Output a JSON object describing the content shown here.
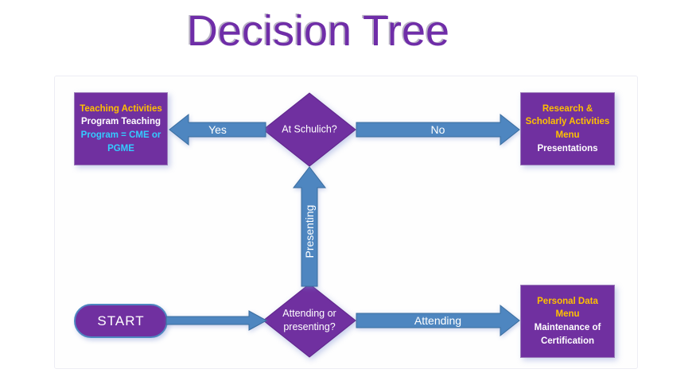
{
  "title": "Decision Tree",
  "nodes": {
    "start": {
      "label": "START"
    },
    "attending_decision": {
      "question": "Attending or presenting?"
    },
    "schulich_decision": {
      "question": "At Schulich?"
    },
    "teaching_outcome": {
      "menu": "Teaching Activities",
      "item": "Program Teaching",
      "note": "Program = CME or PGME"
    },
    "research_outcome": {
      "menu": "Research & Scholarly Activities Menu",
      "item": "Presentations"
    },
    "personal_outcome": {
      "menu": "Personal Data Menu",
      "item": "Maintenance of Certification"
    }
  },
  "edges": {
    "yes_label": "Yes",
    "no_label": "No",
    "presenting_label": "Presenting",
    "attending_label": "Attending"
  },
  "colors": {
    "node_purple": "#7030a0",
    "arrow_blue": "#4e86c0",
    "arrow_border": "#3a6d9e",
    "menu_text_yellow": "#ffc000",
    "note_text_blue": "#33ccff",
    "title_purple": "#6f2da8"
  }
}
